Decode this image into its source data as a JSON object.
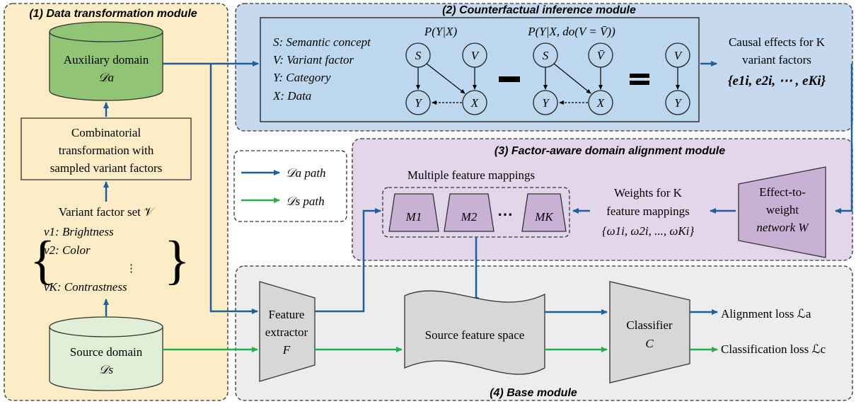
{
  "modules": {
    "m1_title": "(1) Data transformation module",
    "m2_title": "(2) Counterfactual inference module",
    "m3_title": "(3) Factor-aware domain alignment module",
    "m4_title": "(4) Base module"
  },
  "aux_domain": {
    "line1": "Auxiliary domain",
    "line2": "𝒟a"
  },
  "source_domain": {
    "line1": "Source domain",
    "line2": "𝒟s"
  },
  "combinatorial": {
    "line1": "Combinatorial",
    "line2": "transformation with",
    "line3": "sampled variant factors"
  },
  "variant_set": {
    "title": "Variant factor set 𝒱",
    "items": [
      "v1: Brightness",
      "v2: Color",
      "⋮",
      "vK: Contrastness"
    ]
  },
  "legend": {
    "a_path": "𝒟a path",
    "s_path": "𝒟s path"
  },
  "causal": {
    "defs": [
      "S: Semantic concept",
      "V: Variant factor",
      "Y: Category",
      "X: Data"
    ],
    "formula1": "P(Y|X)",
    "formula2": "P(Y|X, do(V = V̄))",
    "nodes": {
      "S": "S",
      "V": "V",
      "Y": "Y",
      "X": "X",
      "Vbar": "V̄"
    }
  },
  "effects": {
    "line1": "Causal effects for K",
    "line2": "variant factors",
    "line3": "{e1i, e2i, ⋯ , eKi}"
  },
  "mappings": {
    "title": "Multiple feature mappings",
    "items": [
      "M1",
      "M2",
      "MK"
    ],
    "dots": "⋯"
  },
  "weights": {
    "line1": "Weights for K",
    "line2": "feature mappings",
    "line3": "{ω1i, ω2i, ..., ωKi}"
  },
  "etw": {
    "line1": "Effect-to-",
    "line2": "weight",
    "line3": "network W"
  },
  "extractor": {
    "line1": "Feature",
    "line2": "extractor",
    "line3": "F"
  },
  "feature_space": "Source feature space",
  "classifier": {
    "line1": "Classifier",
    "line2": "C"
  },
  "losses": {
    "alignment": "Alignment loss ℒa",
    "classification": "Classification loss ℒc"
  },
  "colors": {
    "blue_arrow": "#1f5f99",
    "green_arrow": "#21b04b",
    "module1_bg": "#fdedc6",
    "module2_bg": "#c6d9ee",
    "module3_bg": "#e4d6ea",
    "module4_bg": "#ededed",
    "cyl_aux": "#92c476",
    "cyl_src": "#e1efd6",
    "purple": "#c9b1d5",
    "gray": "#d7d7d7"
  }
}
